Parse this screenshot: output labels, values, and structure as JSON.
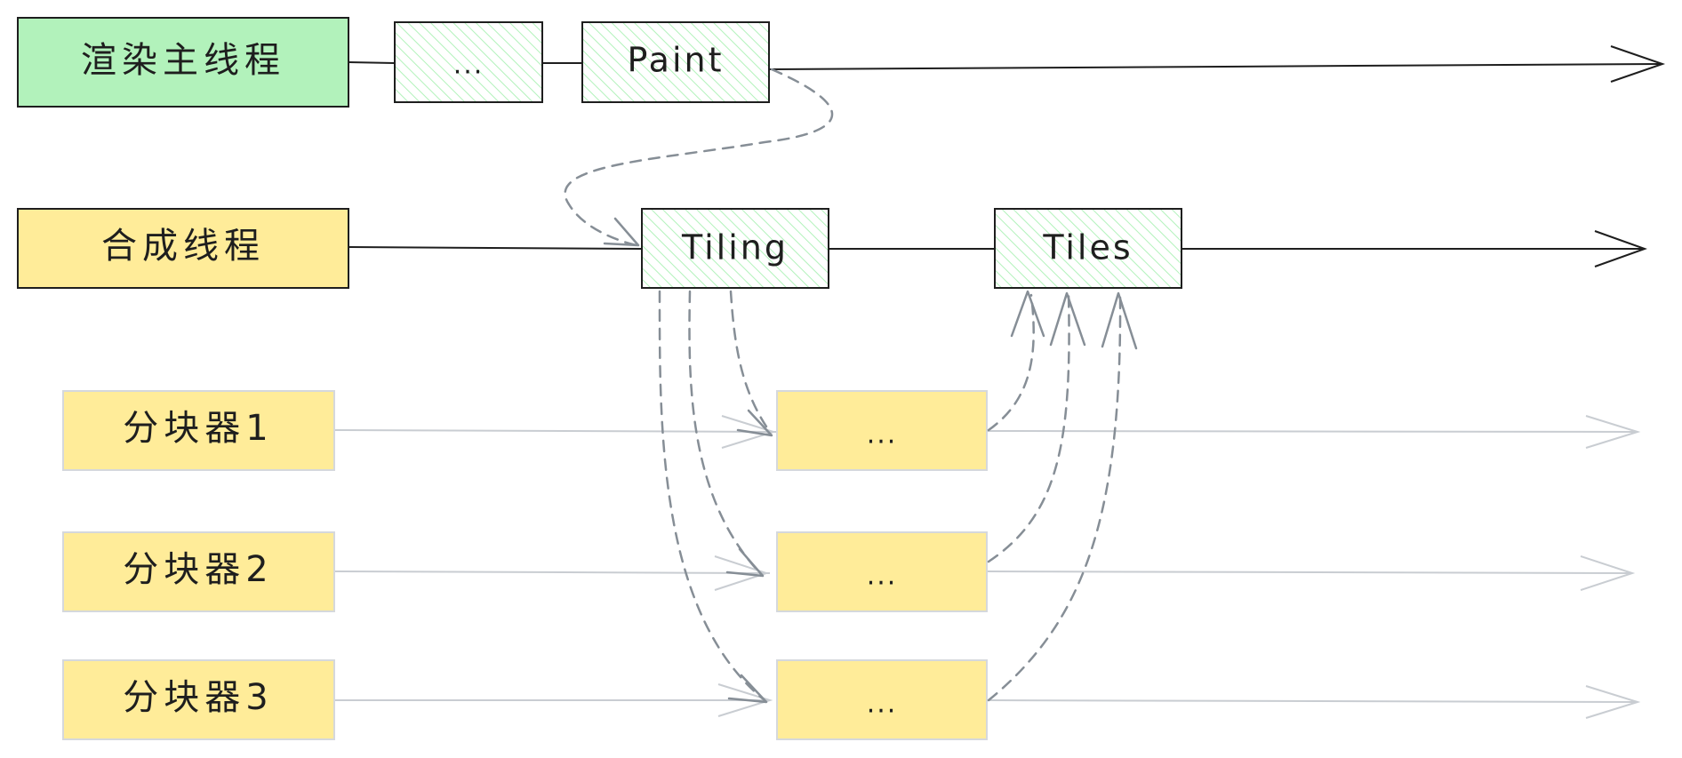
{
  "colors": {
    "main_thread_fill": "#b2f2bb",
    "thread_fill": "#ffec99",
    "hatch_green": "#b2f2bb",
    "stroke_dark": "#1e1e1e",
    "stroke_light": "#c9cdd2",
    "arrow_dashed": "#868e96"
  },
  "threads": {
    "render_main": {
      "label": "渲染主线程",
      "tasks": [
        "...",
        "Paint"
      ]
    },
    "compositor": {
      "label": "合成线程",
      "tasks": [
        "Tiling",
        "Tiles"
      ]
    },
    "rasters": [
      {
        "label": "分块器1",
        "task": "..."
      },
      {
        "label": "分块器2",
        "task": "..."
      },
      {
        "label": "分块器3",
        "task": "..."
      }
    ]
  }
}
